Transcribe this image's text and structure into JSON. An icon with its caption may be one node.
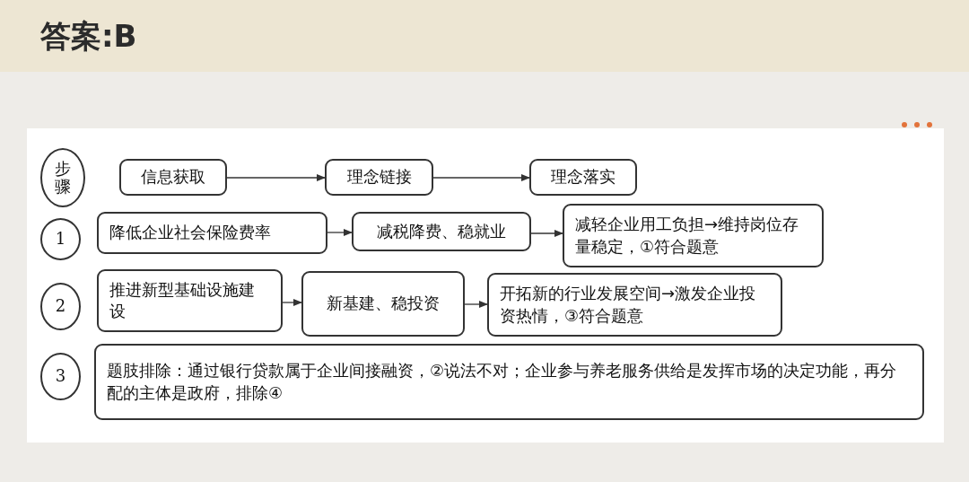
{
  "diagram": {
    "title": "答案:B",
    "nodes": [
      {
        "text": [
          "步骤"
        ]
      },
      {
        "text": [
          "信息获取"
        ]
      },
      {
        "text": [
          "理念链接"
        ]
      },
      {
        "text": [
          "理念落实"
        ]
      },
      {
        "text": [
          "1"
        ]
      },
      {
        "text": [
          "降低企业社会保险费率"
        ]
      },
      {
        "text": [
          "减税降费、稳就业"
        ]
      },
      {
        "text": [
          "减轻企业用工负担→维持岗位存量稳定，①符合题意"
        ]
      },
      {
        "text": [
          "2"
        ]
      },
      {
        "text": [
          "推进新型基础设施建设"
        ]
      },
      {
        "text": [
          "新基建、稳投资"
        ]
      },
      {
        "text": [
          "开拓新的行业发展空间→激发企业投资热情，③符合题意"
        ]
      },
      {
        "text": [
          "3"
        ]
      },
      {
        "text": [
          "题肢排除：通过银行贷款属于企业间接融资，②说法不对；企业参与养老服务供给是发挥市场的决定功能，再分配的主体是政府，排除④"
        ]
      }
    ],
    "edges": [
      {
        "from": 1,
        "to": 2,
        "arrow": "to"
      },
      {
        "from": 2,
        "to": 3,
        "arrow": "to"
      },
      {
        "from": 5,
        "to": 6,
        "arrow": "to"
      },
      {
        "from": 6,
        "to": 7,
        "arrow": "to"
      },
      {
        "from": 9,
        "to": 10,
        "arrow": "to"
      },
      {
        "from": 10,
        "to": 11,
        "arrow": "to"
      }
    ]
  }
}
